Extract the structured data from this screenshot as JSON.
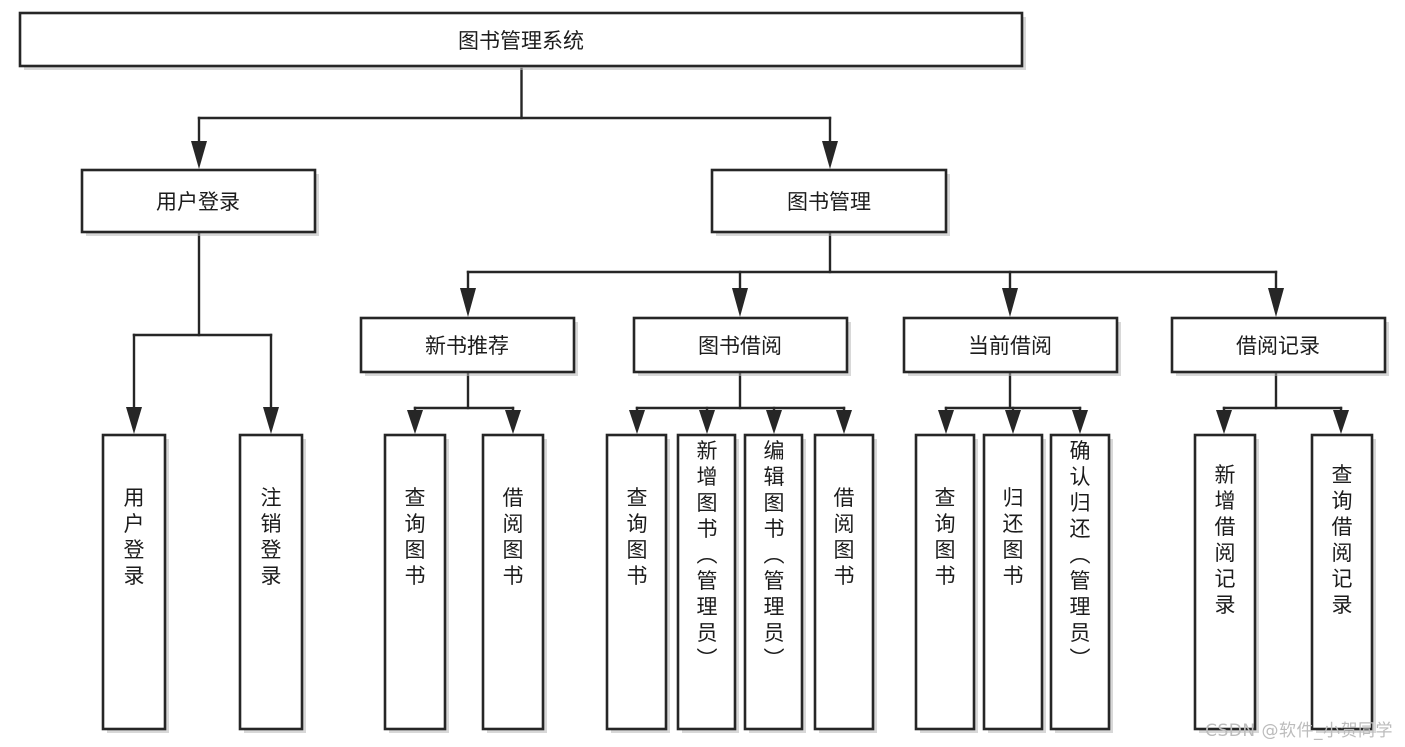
{
  "diagram": {
    "type": "tree",
    "title": "图书管理系统",
    "orientation": "top-down",
    "colors": {
      "box_fill": "#ffffff",
      "box_stroke": "#262626",
      "line": "#262626",
      "text": "#1c1c1c",
      "watermark": "#bcbcbc",
      "background": "#ffffff"
    },
    "levels": 4
  },
  "nodes": {
    "root": {
      "label": "图书管理系统"
    },
    "level1": [
      {
        "id": "user-login",
        "label": "用户登录"
      },
      {
        "id": "book-manage",
        "label": "图书管理"
      }
    ],
    "level2": [
      {
        "id": "new-book-recommend",
        "label": "新书推荐",
        "parent": "book-manage"
      },
      {
        "id": "book-borrow",
        "label": "图书借阅",
        "parent": "book-manage"
      },
      {
        "id": "current-borrow",
        "label": "当前借阅",
        "parent": "book-manage"
      },
      {
        "id": "borrow-record",
        "label": "借阅记录",
        "parent": "book-manage"
      }
    ],
    "leaves": {
      "user-login": [
        {
          "id": "leaf-user-login",
          "label": "用户登录"
        },
        {
          "id": "leaf-user-logout",
          "label": "注销登录"
        }
      ],
      "new-book-recommend": [
        {
          "id": "leaf-query-book-1",
          "label": "查询图书"
        },
        {
          "id": "leaf-borrow-book-1",
          "label": "借阅图书"
        }
      ],
      "book-borrow": [
        {
          "id": "leaf-query-book-2",
          "label": "查询图书"
        },
        {
          "id": "leaf-add-book",
          "label": "新增图书（管理员）"
        },
        {
          "id": "leaf-edit-book",
          "label": "编辑图书（管理员）"
        },
        {
          "id": "leaf-borrow-book-2",
          "label": "借阅图书"
        }
      ],
      "current-borrow": [
        {
          "id": "leaf-query-book-3",
          "label": "查询图书"
        },
        {
          "id": "leaf-return-book",
          "label": "归还图书"
        },
        {
          "id": "leaf-confirm-return",
          "label": "确认归还（管理员）"
        }
      ],
      "borrow-record": [
        {
          "id": "leaf-add-record",
          "label": "新增借阅记录"
        },
        {
          "id": "leaf-query-record",
          "label": "查询借阅记录"
        }
      ]
    }
  },
  "watermark": {
    "text": "CSDN @软件_小贺同学"
  }
}
